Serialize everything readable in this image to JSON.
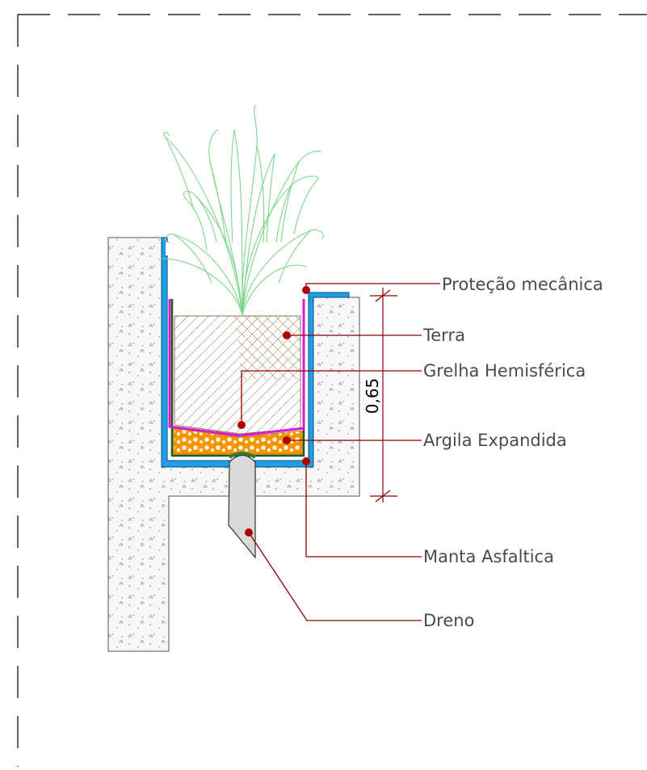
{
  "drawing": {
    "labels": {
      "protecao": "Proteção mecânica",
      "terra": "Terra",
      "grelha": "Grelha Hemisférica",
      "argila": "Argila Expandida",
      "manta": "Manta Asfaltica",
      "dreno": "Dreno"
    },
    "dimension": "0,65",
    "icons": [
      "plant-icon"
    ]
  },
  "colors": {
    "leader": "#8b0000",
    "waterproofing": "#1f9ee8",
    "membrane": "#d81bd2",
    "clay": "#f59400",
    "soil_hatch": "#8b7355",
    "plant": "#7fd68a",
    "concrete_fill": "#f7f7f7",
    "frame_dash": "#000000"
  }
}
